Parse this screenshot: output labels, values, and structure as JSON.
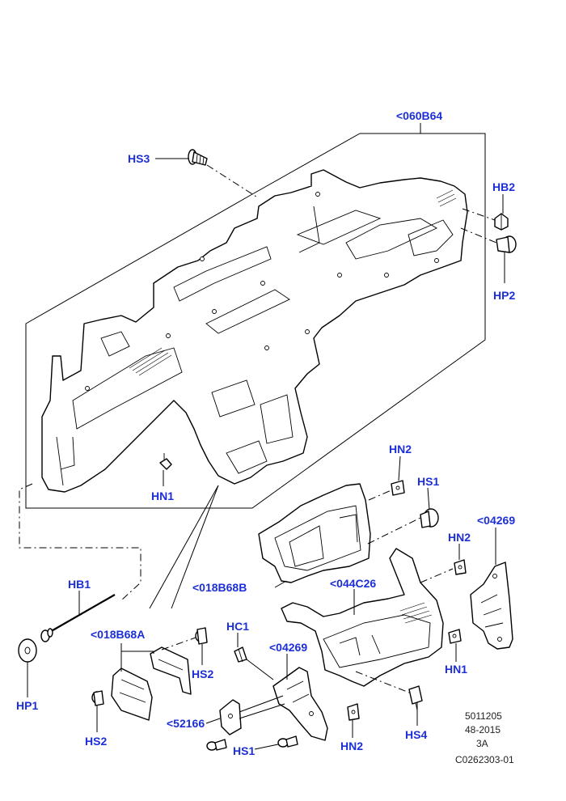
{
  "callouts": {
    "main_beam": "<060B64",
    "hs3": "HS3",
    "hb2": "HB2",
    "hp2": "HP2",
    "hn1_top": "HN1",
    "hn2_a": "HN2",
    "hs1_a": "HS1",
    "ref_04269_a": "<04269",
    "hn2_b": "HN2",
    "ref_018b68b": "<018B68B",
    "ref_044c26": "<044C26",
    "hb1": "HB1",
    "ref_018b68a": "<018B68A",
    "hc1": "HC1",
    "ref_04269_b": "<04269",
    "hs2_a": "HS2",
    "hp1": "HP1",
    "hs2_b": "HS2",
    "hn1_bottom": "HN1",
    "hs4": "HS4",
    "ref_52166": "<52166",
    "hs1_b": "HS1",
    "hn2_c": "HN2"
  },
  "reference": {
    "line1": "5011205",
    "line2": "48-2015",
    "line3": "3A",
    "line4": "C0262303-01"
  },
  "colors": {
    "callout": "#1c2fd6",
    "line": "#000000",
    "background": "#ffffff"
  }
}
